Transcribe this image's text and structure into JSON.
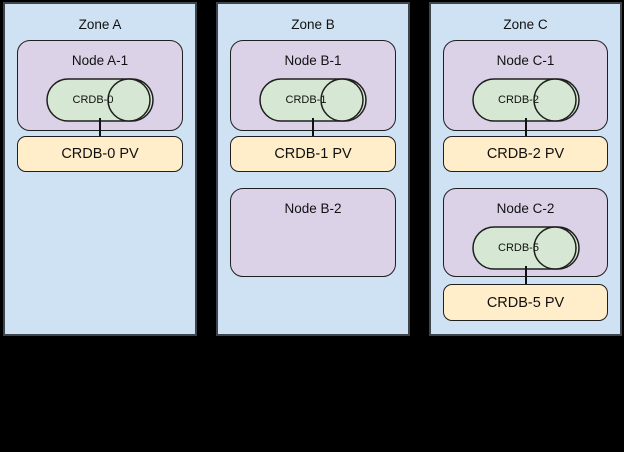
{
  "diagram": {
    "description": "Three availability zones with Kubernetes nodes, CockroachDB pods and persistent volumes"
  },
  "colors": {
    "canvas_bg": "#000000",
    "zone_fill": "#cfe2f3",
    "zone_border": "#3e444c",
    "node_fill": "#dcd2e8",
    "pod_fill": "#d6e8d3",
    "pv_fill": "#ffeec9",
    "shape_border": "#1f1f1f",
    "text_color": "#111111",
    "connector_color": "#111111"
  },
  "zones": [
    {
      "label": "Zone A",
      "nodes": [
        {
          "label": "Node A-1",
          "pod": "CRDB-0",
          "pv": "CRDB-0 PV"
        }
      ]
    },
    {
      "label": "Zone B",
      "nodes": [
        {
          "label": "Node B-1",
          "pod": "CRDB-1",
          "pv": "CRDB-1 PV"
        },
        {
          "label": "Node B-2"
        }
      ]
    },
    {
      "label": "Zone C",
      "nodes": [
        {
          "label": "Node C-1",
          "pod": "CRDB-2",
          "pv": "CRDB-2 PV"
        },
        {
          "label": "Node C-2",
          "pod": "CRDB-5",
          "pv": "CRDB-5 PV"
        }
      ]
    }
  ]
}
